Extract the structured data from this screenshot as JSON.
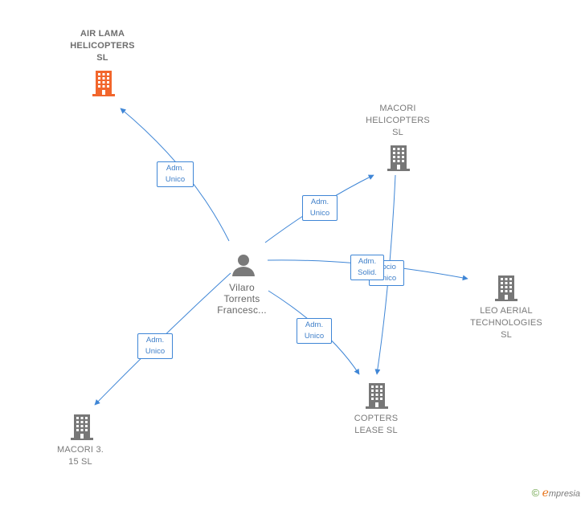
{
  "colors": {
    "edge": "#3f86d6",
    "building_main": "#f2662c",
    "building": "#777777",
    "person": "#7a7a7a"
  },
  "nodes": {
    "air_lama": {
      "label": "AIR LAMA\nHELICOPTERS\nSL",
      "icon": "building-icon"
    },
    "macori_helicopters": {
      "label": "MACORI\nHELICOPTERS\nSL",
      "icon": "building-icon"
    },
    "leo_aerial": {
      "label": "LEO AERIAL\nTECHNOLOGIES\nSL",
      "icon": "building-icon"
    },
    "copters_lease": {
      "label": "COPTERS\nLEASE  SL",
      "icon": "building-icon"
    },
    "macori_3": {
      "label": "MACORI 3.\n15  SL",
      "icon": "building-icon"
    },
    "person": {
      "label": "Vilaro\nTorrents\nFrancesc...",
      "icon": "person-icon"
    }
  },
  "edges": {
    "to_air_lama": "Adm.\nUnico",
    "to_macori_helicopters": "Adm.\nUnico",
    "to_leo_aerial": "Adm.\nSolid.",
    "macori_to_copters": "Socio\nÚnico",
    "to_copters_lease": "Adm.\nUnico",
    "to_macori_3": "Adm.\nUnico"
  },
  "footer": {
    "copyright": "©",
    "brand_initial": "e",
    "brand_rest": "mpresia"
  }
}
